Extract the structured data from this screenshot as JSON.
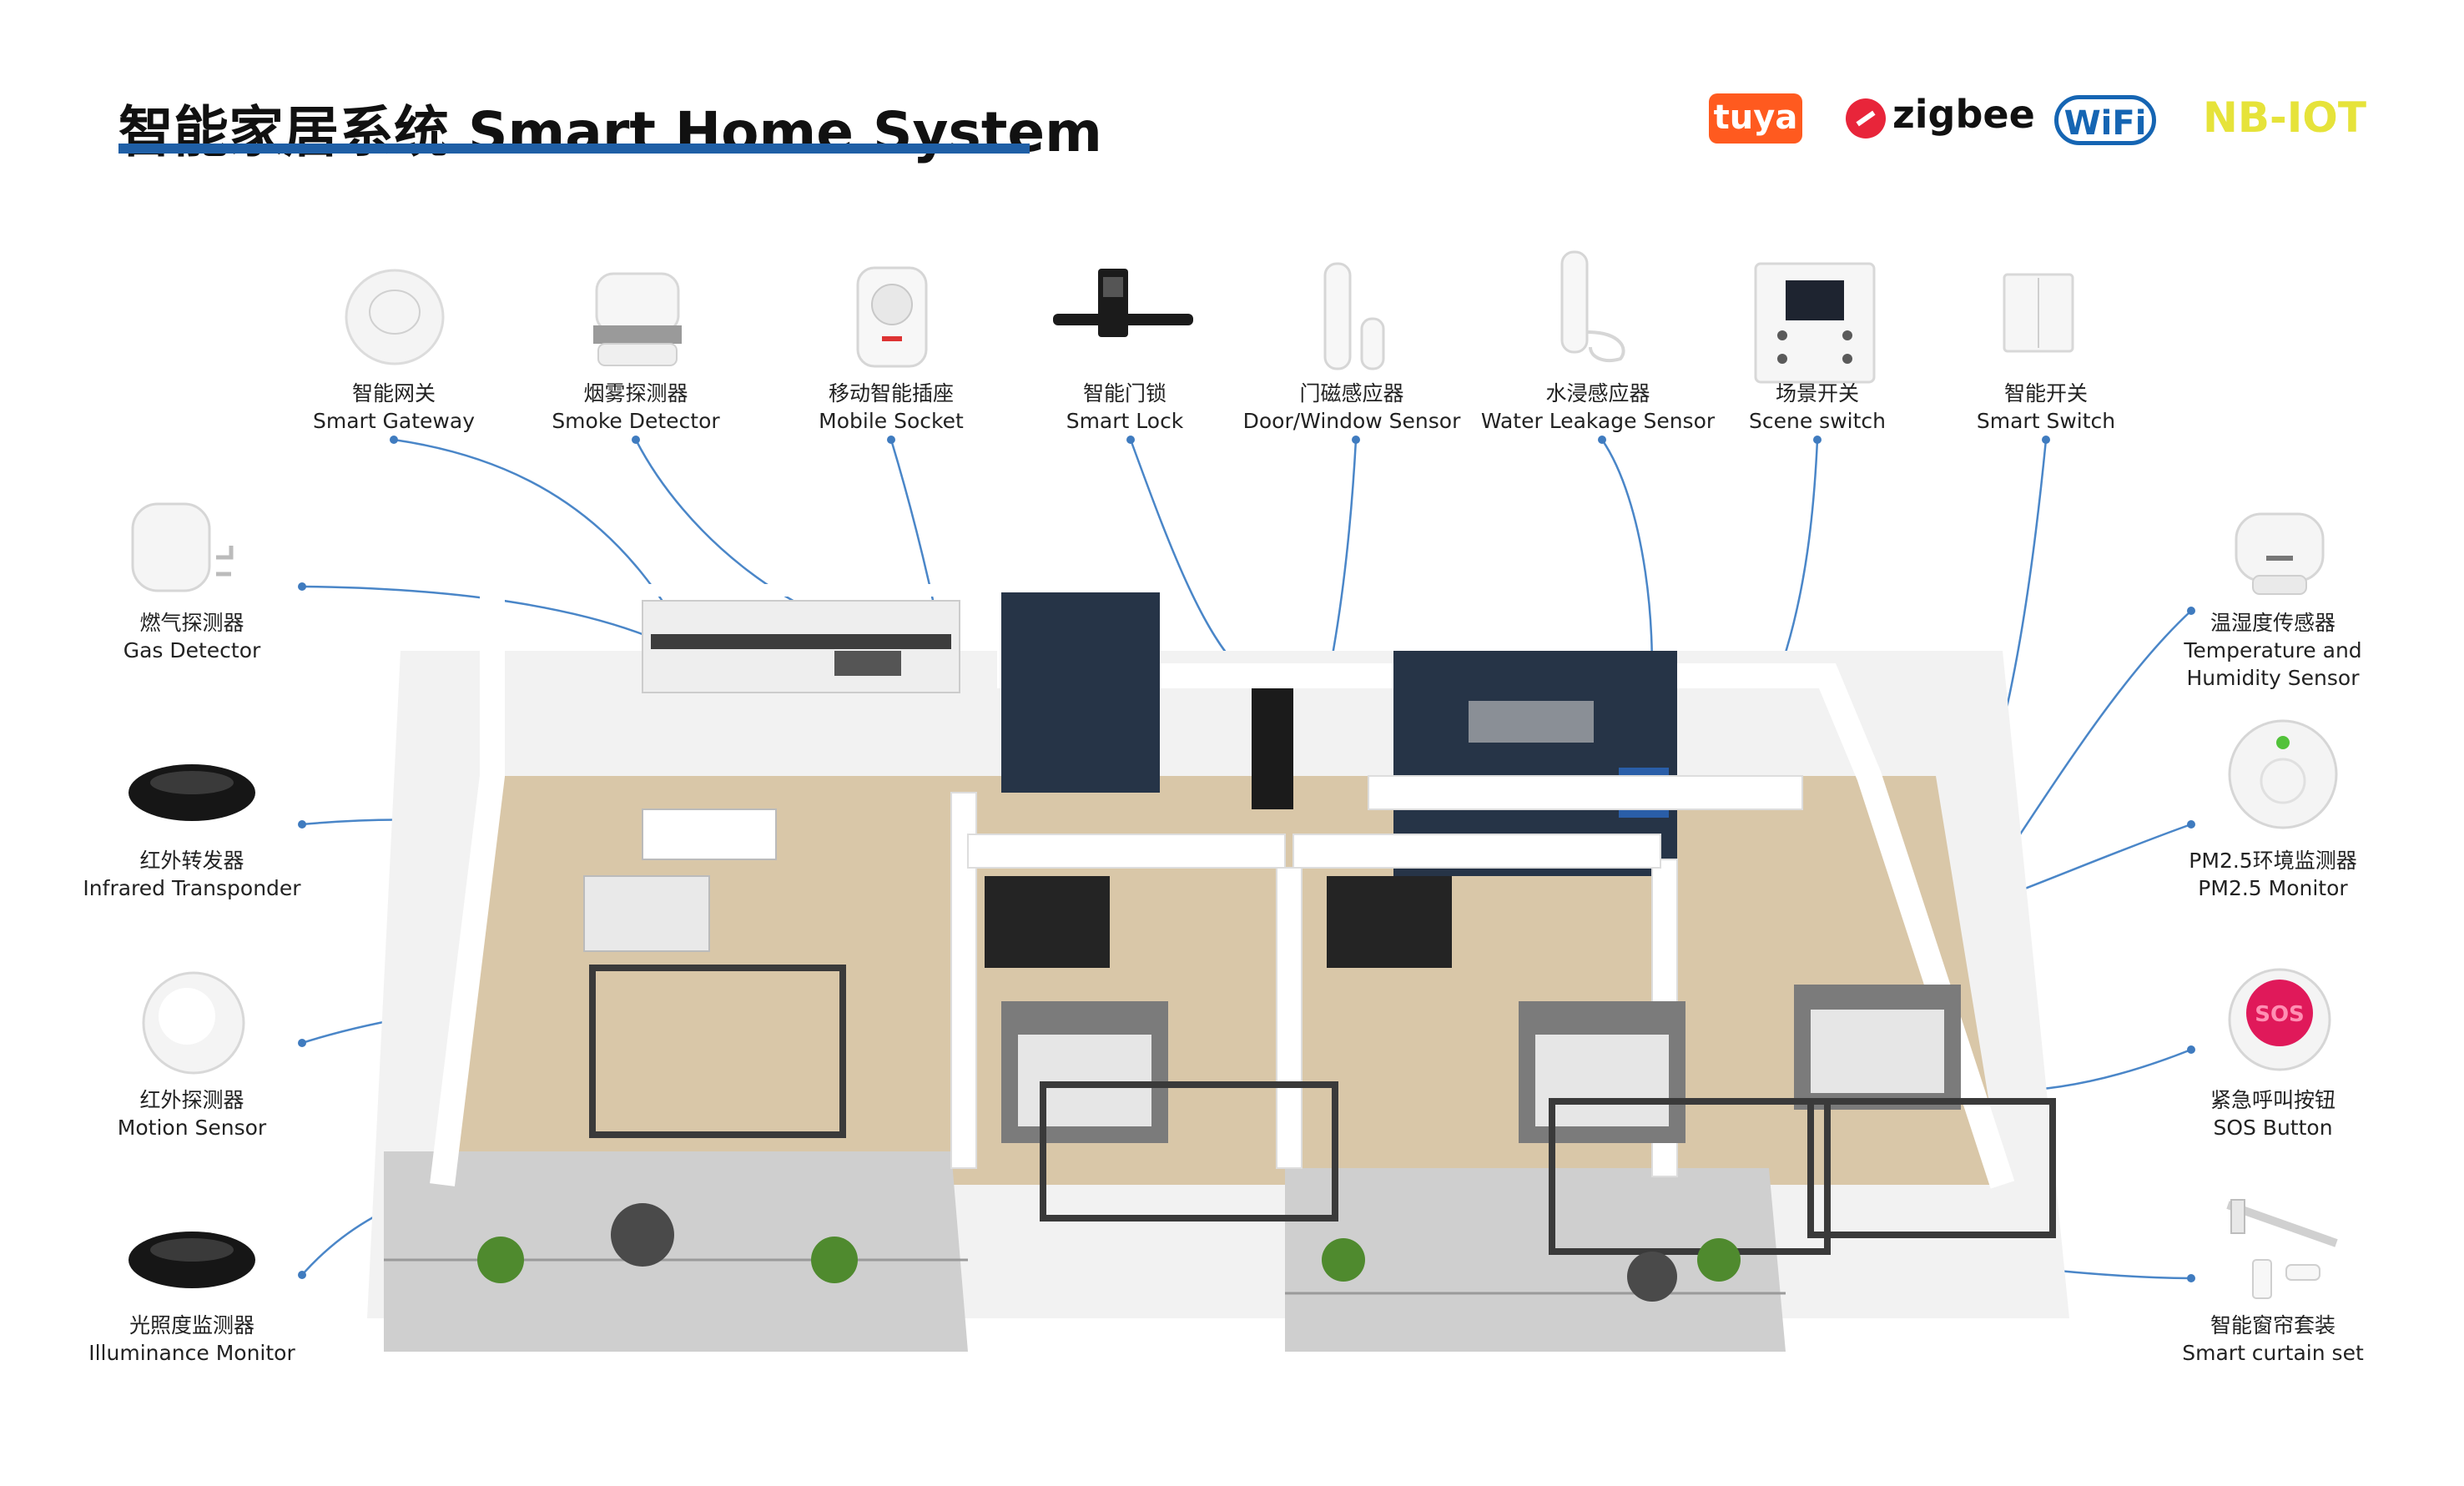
{
  "header": {
    "title": "智能家居系统 Smart Home System"
  },
  "logos": {
    "tuya": "tuya",
    "zigbee": "zigbee",
    "wifi": "WiFi",
    "nbiot": "NB-IOT"
  },
  "devices_top": [
    {
      "zh": "智能网关",
      "en": "Smart Gateway",
      "icon": "gateway-icon"
    },
    {
      "zh": "烟雾探测器",
      "en": "Smoke Detector",
      "icon": "smoke-detector-icon"
    },
    {
      "zh": "移动智能插座",
      "en": "Mobile Socket",
      "icon": "socket-icon"
    },
    {
      "zh": "智能门锁",
      "en": "Smart Lock",
      "icon": "lock-icon"
    },
    {
      "zh": "门磁感应器",
      "en": "Door/Window Sensor",
      "icon": "door-sensor-icon"
    },
    {
      "zh": "水浸感应器",
      "en": "Water Leakage Sensor",
      "icon": "water-sensor-icon"
    },
    {
      "zh": "场景开关",
      "en": "Scene switch",
      "icon": "scene-switch-icon"
    },
    {
      "zh": "智能开关",
      "en": "Smart Switch",
      "icon": "switch-icon"
    }
  ],
  "devices_left": [
    {
      "zh": "燃气探测器",
      "en": "Gas Detector",
      "icon": "gas-detector-icon"
    },
    {
      "zh": "红外转发器",
      "en": "Infrared Transponder",
      "icon": "ir-transponder-icon"
    },
    {
      "zh": "红外探测器",
      "en": "Motion Sensor",
      "icon": "motion-sensor-icon"
    },
    {
      "zh": "光照度监测器",
      "en": "Illuminance Monitor",
      "icon": "illuminance-icon"
    }
  ],
  "devices_right": [
    {
      "zh": "温湿度传感器",
      "en": "Temperature and",
      "en2": "Humidity Sensor",
      "icon": "temp-humidity-icon"
    },
    {
      "zh": "PM2.5环境监测器",
      "en": "PM2.5 Monitor",
      "icon": "pm25-icon"
    },
    {
      "zh": "紧急呼叫按钮",
      "en": "SOS Button",
      "icon": "sos-icon"
    },
    {
      "zh": "智能窗帘套装",
      "en": "Smart curtain set",
      "icon": "curtain-icon"
    }
  ],
  "sos_text": "SOS"
}
